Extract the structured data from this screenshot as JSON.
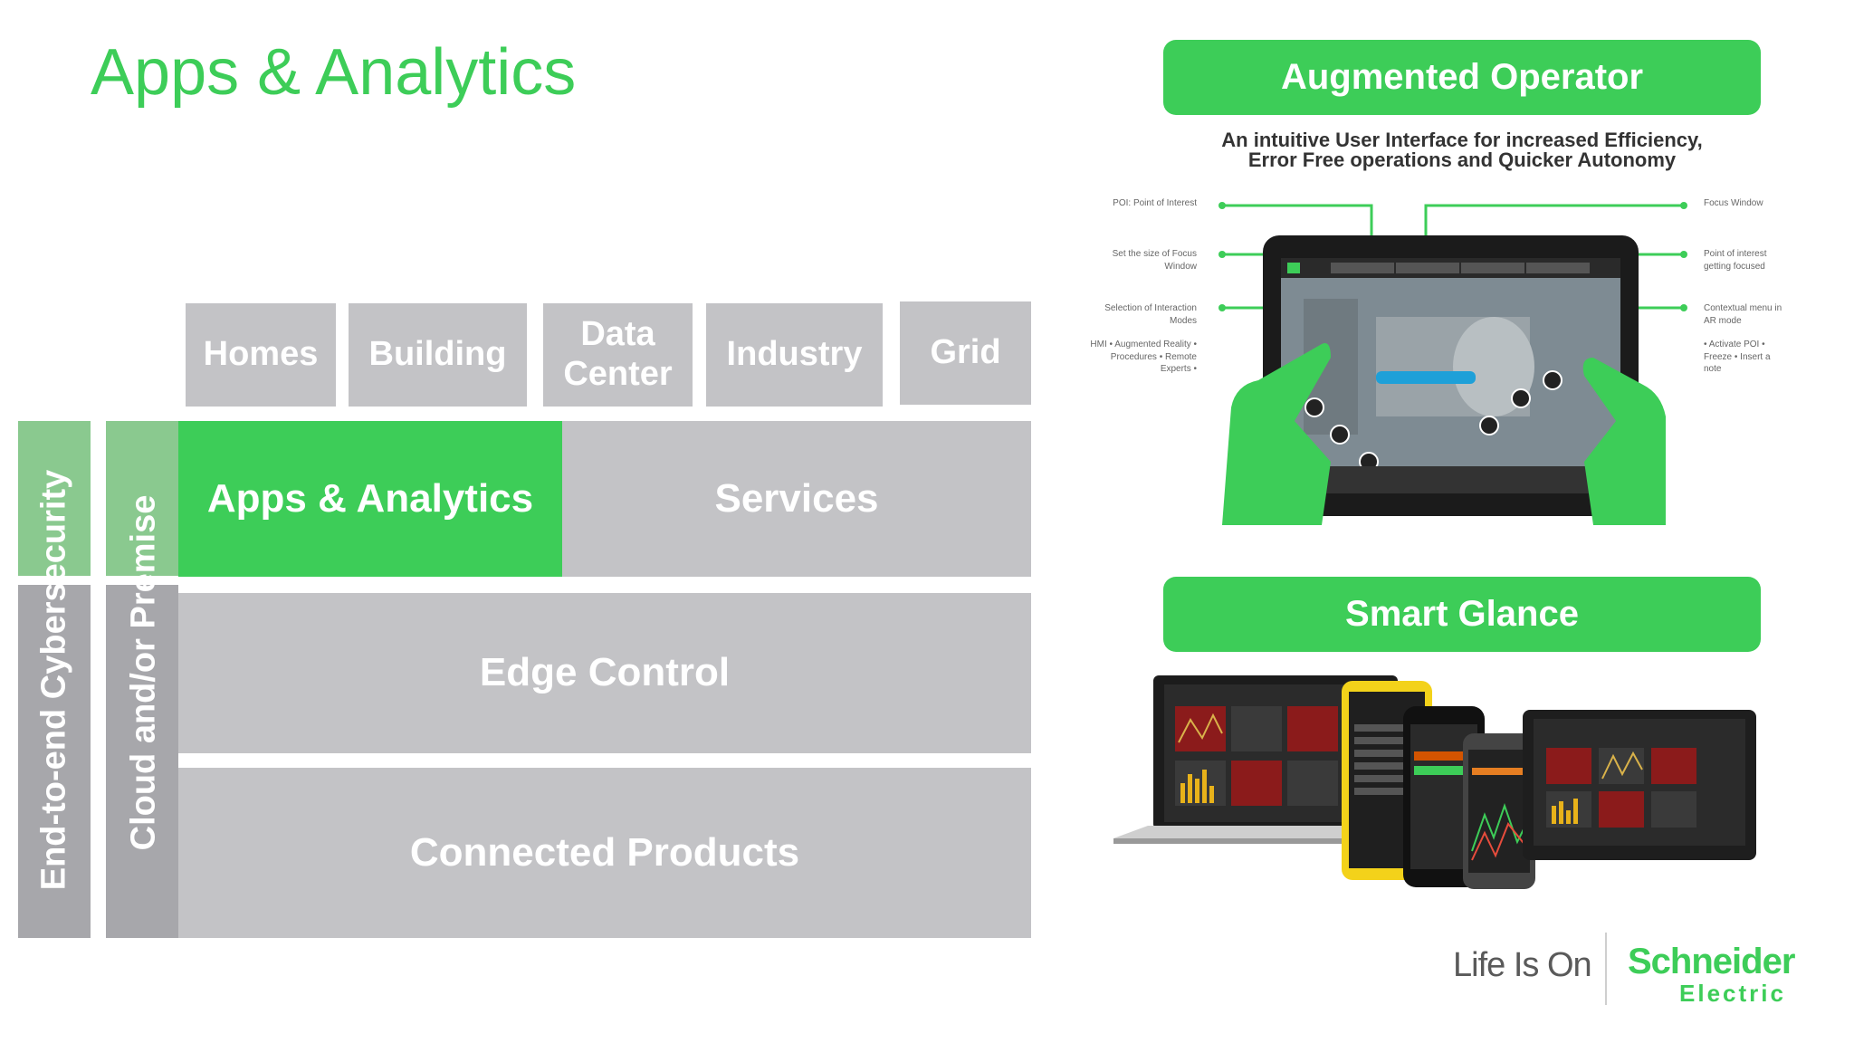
{
  "title": "Apps & Analytics",
  "segments": [
    "Homes",
    "Building",
    "Data Center",
    "Industry",
    "Grid"
  ],
  "layers": {
    "apps": "Apps & Analytics",
    "services": "Services",
    "edge": "Edge Control",
    "connected": "Connected Products"
  },
  "vertical": {
    "cyber": "End-to-end Cybersecurity",
    "cloud": "Cloud and/or Premise"
  },
  "augmented": {
    "title": "Augmented Operator",
    "desc_line1": "An intuitive User Interface for increased Efficiency,",
    "desc_line2": "Error Free operations and Quicker Autonomy",
    "left_annotations": [
      "POI: Point of Interest",
      "Set the size of Focus Window",
      "Selection of Interaction Modes",
      "HMI • Augmented Reality • Procedures • Remote Experts •"
    ],
    "right_annotations": [
      "Focus Window",
      "Point of interest getting focused",
      "Contextual menu in AR mode",
      "• Activate POI • Freeze • Insert a note"
    ]
  },
  "smart_glance": {
    "title": "Smart Glance"
  },
  "footer": {
    "tagline": "Life Is On",
    "brand": "Schneider",
    "brand_sub": "Electric"
  },
  "colors": {
    "brand_green": "#3dcd58",
    "block_gray": "#c3c3c6",
    "bar_gray": "#a7a7ab"
  }
}
